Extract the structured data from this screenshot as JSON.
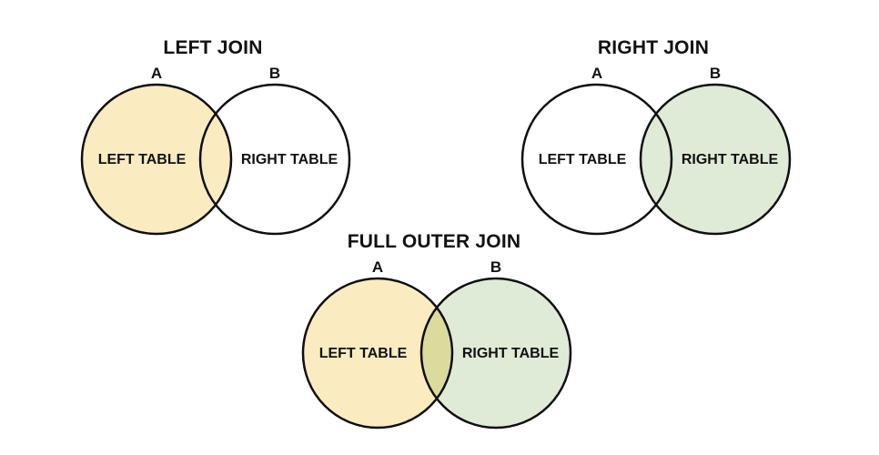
{
  "page": {
    "background": "#ffffff",
    "text_color": "#111111"
  },
  "colors": {
    "outline": "#0f0f0f",
    "left_table_fill": "#FAEBC1",
    "right_table_fill": "#DFEBD6",
    "overlap_fill": "#DBDB9E",
    "unshaded": "none"
  },
  "diagrams": [
    {
      "title": "LEFT JOIN",
      "set_a_label": "A",
      "set_b_label": "B",
      "left_circle_text": "LEFT TABLE",
      "right_circle_text": "RIGHT TABLE",
      "fill_a": "#FAEBC1",
      "fill_b": "none",
      "fill_overlap": "none"
    },
    {
      "title": "RIGHT JOIN",
      "set_a_label": "A",
      "set_b_label": "B",
      "left_circle_text": "LEFT TABLE",
      "right_circle_text": "RIGHT TABLE",
      "fill_a": "none",
      "fill_b": "#DFEBD6",
      "fill_overlap": "none"
    },
    {
      "title": "FULL OUTER JOIN",
      "set_a_label": "A",
      "set_b_label": "B",
      "left_circle_text": "LEFT TABLE",
      "right_circle_text": "RIGHT TABLE",
      "fill_a": "#FAEBC1",
      "fill_b": "#DFEBD6",
      "fill_overlap": "#DBDB9E"
    }
  ]
}
